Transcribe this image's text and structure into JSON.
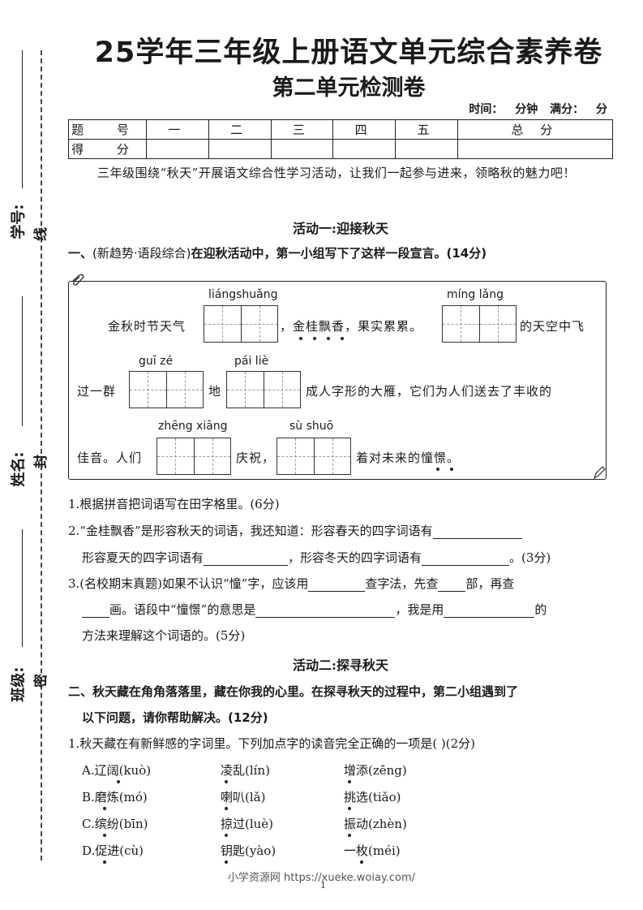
{
  "header": {
    "title": "25学年三年级上册语文单元综合素养卷",
    "subtitle": "第二单元检测卷",
    "time_line": "时间： 分钟 满分： 分"
  },
  "binding": {
    "id_label": "学号:",
    "name_label": "姓名:",
    "class_label": "班级:",
    "cut_xian": "线",
    "cut_feng": "封",
    "cut_mi": "密"
  },
  "score_table": {
    "row1": [
      "题 号",
      "一",
      "二",
      "三",
      "四",
      "五",
      "总 分"
    ],
    "row2": [
      "得 分",
      "",
      "",
      "",
      "",
      "",
      ""
    ]
  },
  "intro": "三年级围绕“秋天”开展语文综合性学习活动，让我们一起参与进来，领略秋的魅力吧！",
  "activity1": "活动一:迎接秋天",
  "section1": {
    "number": "一、",
    "tag": "(新趋势·语段综合)",
    "text": "在迎秋活动中，第一小组写下了这样一段宣言。(14分)"
  },
  "passage": {
    "pinyin": [
      "liángshuǎng",
      "míng lǎng",
      "guī zé",
      "pái liè",
      "zhēng xiāng",
      "sù shuō"
    ],
    "l1a": "金秋时节天气",
    "l1b": "，金桂飘香，果实累累。",
    "l1c": "的天空中飞",
    "l2a": "过一群",
    "l2b": "地",
    "l2c": "成人字形的大雁，它们为人们送去了丰收的",
    "l3a": "佳音。人们",
    "l3b": "庆祝，",
    "l3c": "着对未来的憧憬。"
  },
  "questions1": {
    "q1": "1.根据拼音把词语写在田字格里。(6分)",
    "q2a": "2.“金桂飘香”是形容秋天的词语，我还知道：形容春天的四字词语有",
    "q2b": "形容夏天的四字词语有",
    "q2c": "，形容冬天的四字词语有",
    "q2d": "。(3分)",
    "q3a": "3.(名校期末真题)如果不认识“憧”字，应该用",
    "q3b": "查字法，先查",
    "q3c": "部，再查",
    "q3d": "画。语段中“憧憬”的意思是",
    "q3e": "，我是用",
    "q3f": "的",
    "q3g": "方法来理解这个词语的。(5分)"
  },
  "activity2": "活动二:探寻秋天",
  "section2": {
    "line1": "二、秋天藏在角角落落里，藏在你我的心里。在探寻秋天的过程中，第二小组遇到了",
    "line2": "以下问题，请你帮助解决。(12分)"
  },
  "question2_1": "1.秋天藏在有新鲜感的字词里。下列加点字的读音完全正确的一项是(      )(2分)",
  "options": [
    [
      "A.辽阔(kuò)",
      "凌乱(lín)",
      "增添(zēng)"
    ],
    [
      "B.磨炼(mó)",
      "喇叭(lǎ)",
      "挑选(tiǎo)"
    ],
    [
      "C.缤纷(bīn)",
      "掠过(luè)",
      "振动(zhèn)"
    ],
    [
      "D.促进(cù)",
      "钥匙(yào)",
      "一枚(méi)"
    ]
  ],
  "footer": "小学资源网 https://xueke.woiay.com/",
  "page_number": "1"
}
